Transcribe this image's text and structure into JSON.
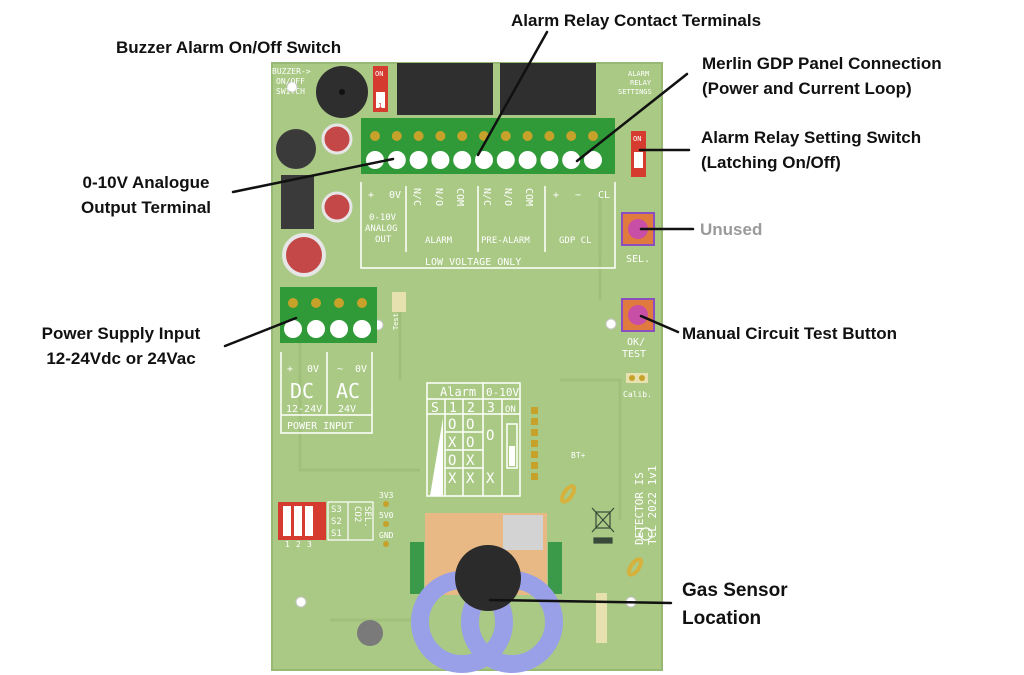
{
  "callouts": {
    "buzzer": "Buzzer Alarm On/Off Switch",
    "relay_terminals": "Alarm Relay Contact Terminals",
    "merlin_line1": "Merlin GDP Panel Connection",
    "merlin_line2": "(Power and Current Loop)",
    "relay_setting_line1": "Alarm Relay Setting Switch",
    "relay_setting_line2": "(Latching On/Off)",
    "analogue_line1": "0-10V Analogue",
    "analogue_line2": "Output Terminal",
    "unused": "Unused",
    "power_line1": "Power Supply Input",
    "power_line2": "12-24Vdc or 24Vac",
    "test_button": "Manual Circuit Test Button",
    "gas_line1": "Gas Sensor",
    "gas_line2": "Location"
  },
  "board": {
    "buzzer_label": [
      "BUZZER->",
      "ON/OFF",
      "SWITCH"
    ],
    "relay_label": [
      "ALARM",
      "RELAY",
      "SETTINGS"
    ],
    "on": "ON",
    "one": "1",
    "terminal_headers": [
      "+",
      "0V",
      "N/C",
      "N/O",
      "COM",
      "N/C",
      "N/O",
      "COM",
      "+",
      "−",
      "CL"
    ],
    "analog_out": [
      "0-10V",
      "ANALOG",
      "OUT"
    ],
    "alarm": "ALARM",
    "pre_alarm": "PRE-ALARM",
    "gdp_cl": "GDP CL",
    "low_voltage": "LOW VOLTAGE ONLY",
    "sel": "SEL.",
    "ok_test": [
      "OK/",
      "TEST"
    ],
    "calib": "Calib.",
    "power_headers": [
      "+",
      "0V",
      "~",
      "0V"
    ],
    "dc": "DC",
    "ac": "AC",
    "dc_range": "12-24V",
    "ac_range": "24V",
    "power_input": "POWER INPUT",
    "table_alarm": "Alarm",
    "table_010v": "0-10V",
    "table_cols": [
      "S",
      "1",
      "2",
      "3",
      "ON"
    ],
    "table_rows": [
      [
        "O",
        "O"
      ],
      [
        "X",
        "O"
      ],
      [
        "O",
        "X"
      ],
      [
        "X",
        "X"
      ]
    ],
    "table_mid": [
      "O",
      "X"
    ],
    "dip_labels": [
      "S3",
      "S2",
      "S1"
    ],
    "dip_side": [
      "CO2",
      "SEL."
    ],
    "dip_nums": [
      "1",
      "2",
      "3"
    ],
    "volt_labels": [
      "3V3",
      "5V0",
      "GND"
    ],
    "brand": [
      "DETECTOR IS",
      "TCL 2022 1v1"
    ],
    "bt": "BT+",
    "test": "Test"
  },
  "colors": {
    "board": "#a9c985",
    "board_edge": "#98b975",
    "terminal_green": "#2f9a37",
    "relay_black": "#2b2b2b",
    "dip_red": "#d63b2f",
    "button_pink": "#c94ea5",
    "sensor_ring": "#9aa0e8"
  }
}
